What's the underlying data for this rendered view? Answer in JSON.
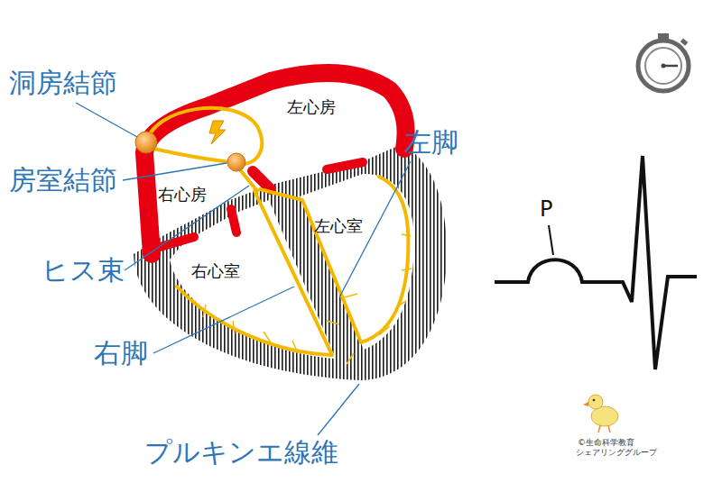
{
  "diagram": {
    "labels": [
      "洞房結節",
      "左心房",
      "左脚",
      "房室結節",
      "右心房",
      "P",
      "左心室",
      "ヒス束",
      "右心室",
      "右脚",
      "プルキンエ線維",
      "©生命科学教育",
      "シェアリンググループ"
    ]
  }
}
